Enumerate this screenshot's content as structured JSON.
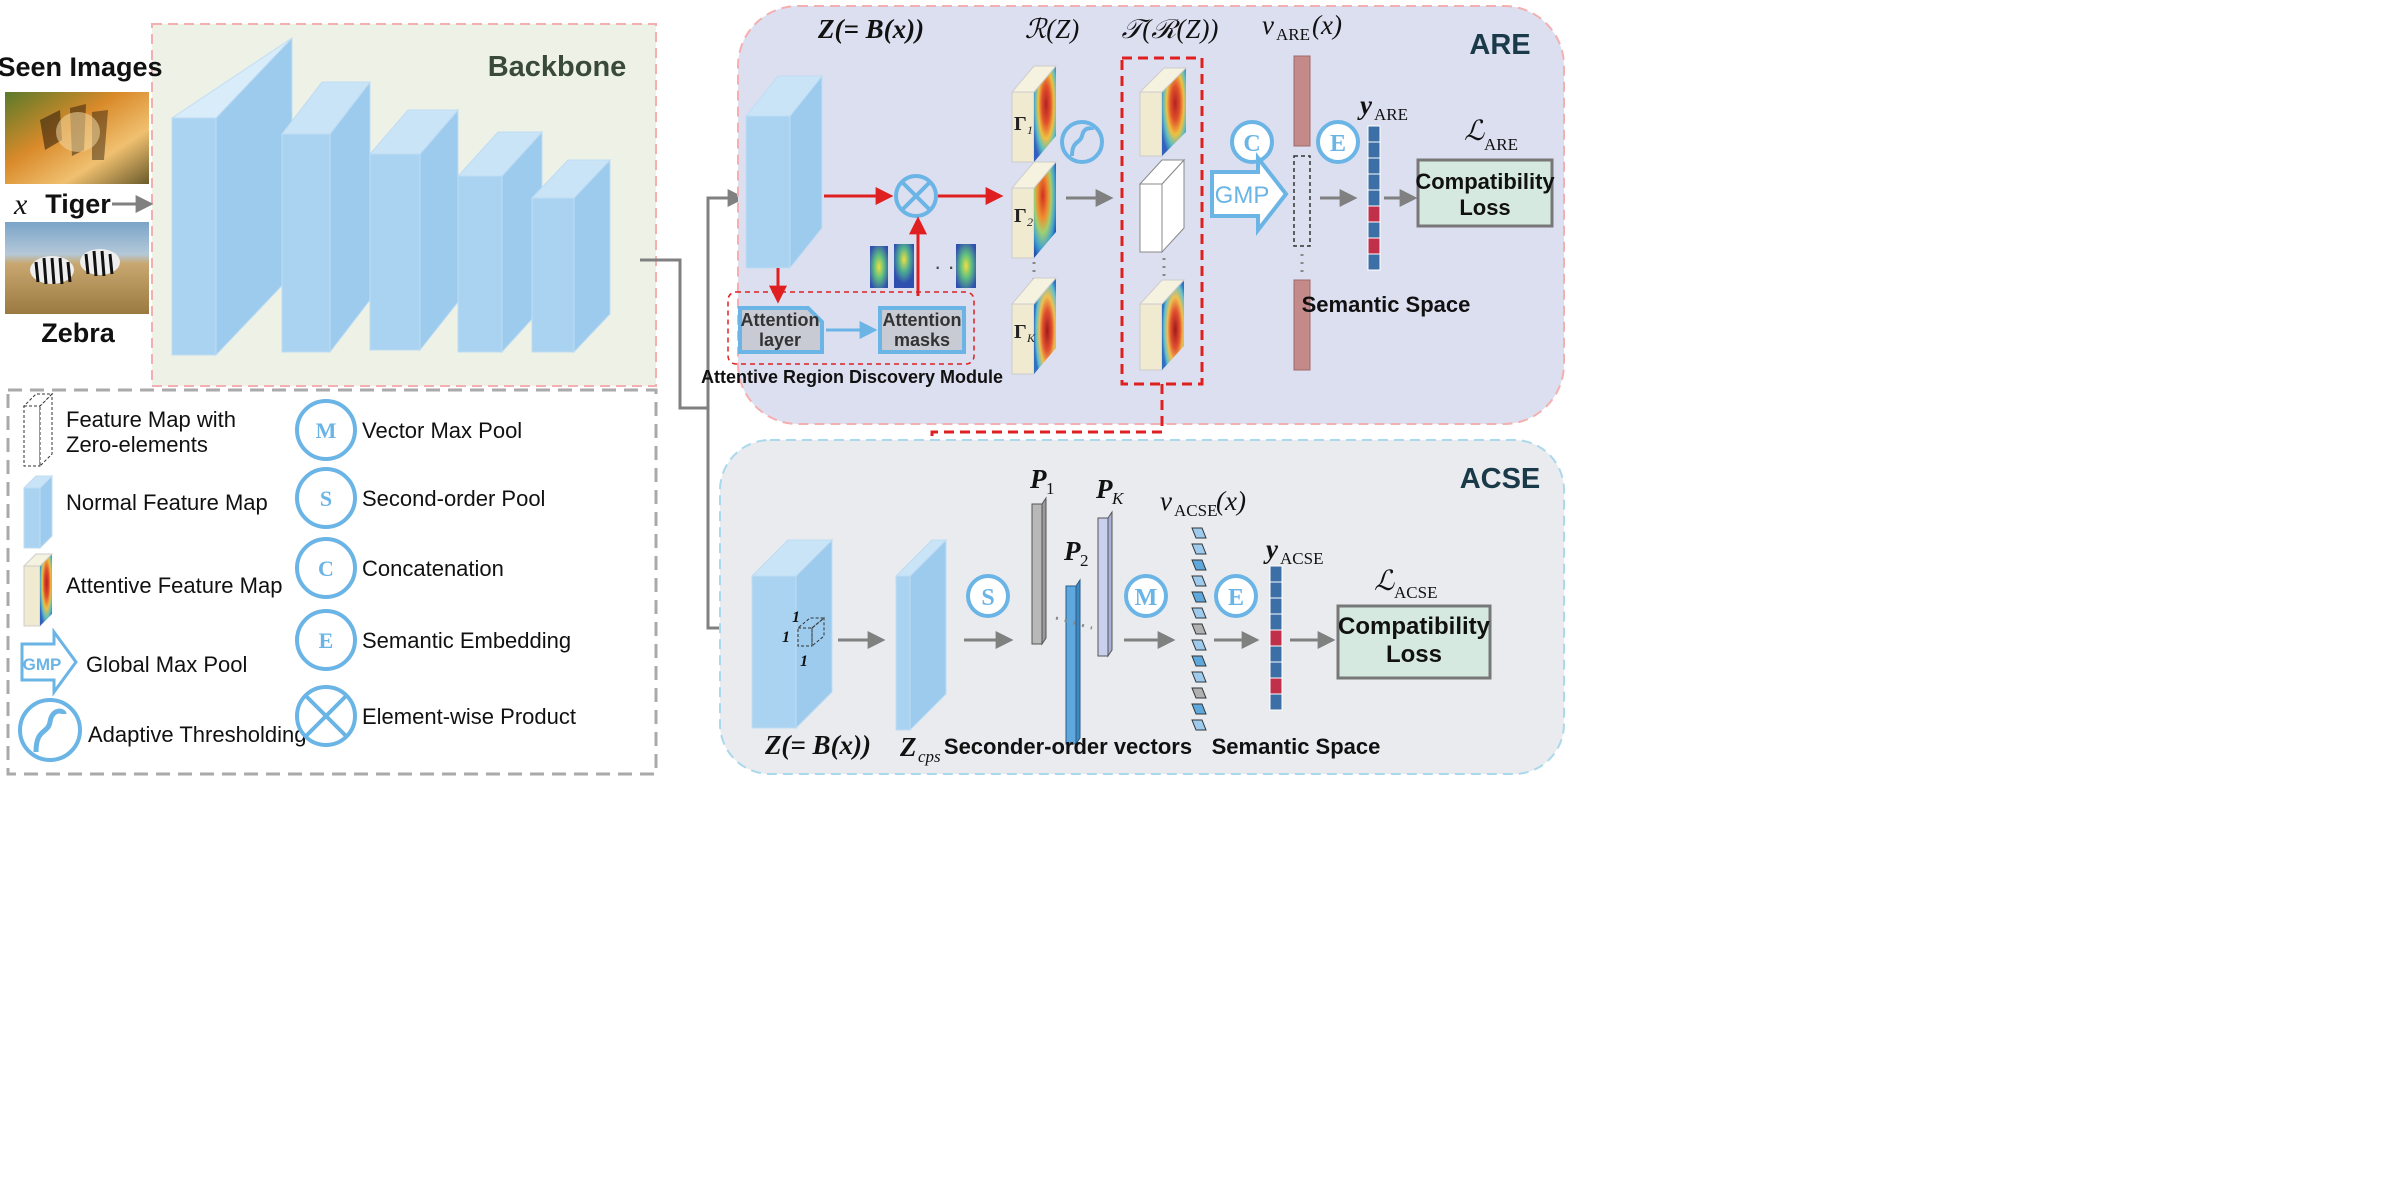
{
  "backbone": {
    "title": "Backbone"
  },
  "seen_images": {
    "title": "Seen Images",
    "input_var": "x",
    "tiger_label": "Tiger",
    "zebra_label": "Zebra"
  },
  "are": {
    "title": "ARE",
    "z_label": "Z(= B(x))",
    "r_label": "ℛ(Z)",
    "t_label": "𝒯(ℛ(Z))",
    "v_label": "v",
    "v_sub": "ARE",
    "v_arg": "(x)",
    "y_label": "y",
    "y_sub": "ARE",
    "loss_label": "ℒ",
    "loss_sub": "ARE",
    "gamma1": "Γ",
    "gamma1_sub": "1",
    "gamma2": "Γ",
    "gamma2_sub": "2",
    "gammak": "Γ",
    "gammak_sub": "K",
    "attention_layer": [
      "Attention",
      "layer"
    ],
    "attention_masks": [
      "Attention",
      "masks"
    ],
    "module_label": "Attentive Region Discovery Module",
    "gmp": "GMP",
    "c_glyph": "C",
    "e_glyph": "E",
    "compat_loss": [
      "Compatibility",
      "Loss"
    ],
    "semantic_space": "Semantic Space",
    "dots": "· · ·"
  },
  "acse": {
    "title": "ACSE",
    "z_label": "Z(= B(x))",
    "zcps": "Z",
    "zcps_sub": "cps",
    "cube_labels": [
      "1",
      "1",
      "1"
    ],
    "p1": "P",
    "p1_sub": "1",
    "p2": "P",
    "p2_sub": "2",
    "pk": "P",
    "pk_sub": "K",
    "v_label": "v",
    "v_sub": "ACSE",
    "v_arg": "(x)",
    "y_label": "y",
    "y_sub": "ACSE",
    "loss_label": "ℒ",
    "loss_sub": "ACSE",
    "s_glyph": "S",
    "m_glyph": "M",
    "e_glyph": "E",
    "compat_loss": [
      "Compatibility",
      "Loss"
    ],
    "second_order": "Seconder-order vectors",
    "semantic_space": "Semantic Space"
  },
  "legend": {
    "zero_map": [
      "Feature Map with",
      "Zero-elements"
    ],
    "normal_map": "Normal Feature Map",
    "attentive_map": "Attentive Feature Map",
    "gmp_glyph": "GMP",
    "gmp_label": "Global Max Pool",
    "threshold_label": "Adaptive Thresholding",
    "m_glyph": "M",
    "m_label": "Vector Max Pool",
    "s_glyph": "S",
    "s_label": "Second-order Pool",
    "c_glyph": "C",
    "c_label": "Concatenation",
    "e_glyph": "E",
    "e_label": "Semantic Embedding",
    "x_label": "Element-wise Product"
  },
  "colors": {
    "are_bg": "#dcdff0",
    "acse_bg": "#e9ebee",
    "backbone_bg": "#eef2e6",
    "feature_blue": "#a9d3f1",
    "circle_blue": "#6ab4e6",
    "red_arrow": "#e02020",
    "loss_box": "#d6e9e0",
    "embed_blue": "#3b6fa5",
    "embed_red": "#c0304a",
    "v_bar": "#c48a8a"
  }
}
